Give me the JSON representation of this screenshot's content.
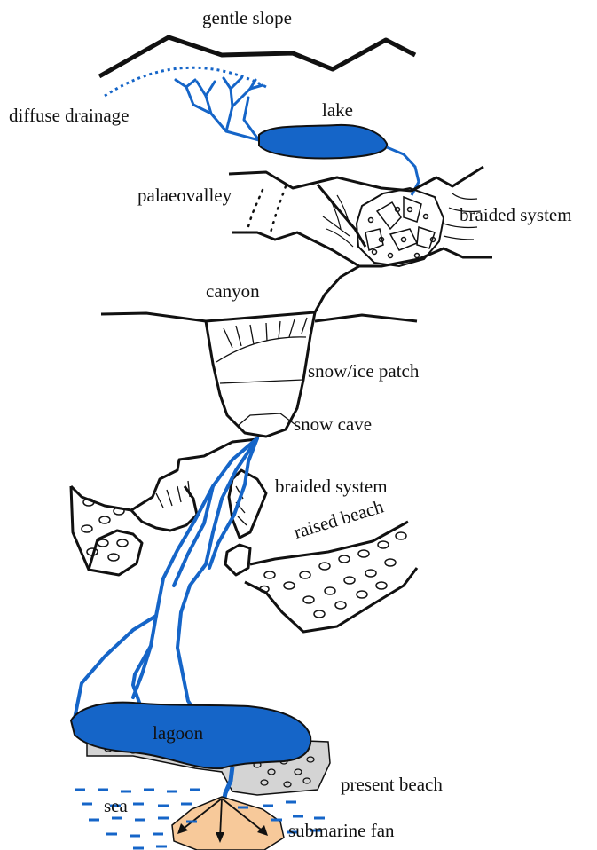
{
  "labels": {
    "gentle_slope": "gentle slope",
    "diffuse_drainage": "diffuse drainage",
    "lake": "lake",
    "palaeovalley": "palaeovalley",
    "braided_system_upper": "braided system",
    "canyon": "canyon",
    "snow_ice_patch": "snow/ice patch",
    "snow_cave": "snow cave",
    "braided_system_lower": "braided system",
    "raised_beach": "raised beach",
    "lagoon": "lagoon",
    "present_beach": "present beach",
    "sea": "sea",
    "submarine_fan": "submarine fan"
  },
  "colors": {
    "water": "#1565c8",
    "outline": "#111111",
    "beach": "#d4d4d4",
    "fan": "#f7c99a"
  }
}
